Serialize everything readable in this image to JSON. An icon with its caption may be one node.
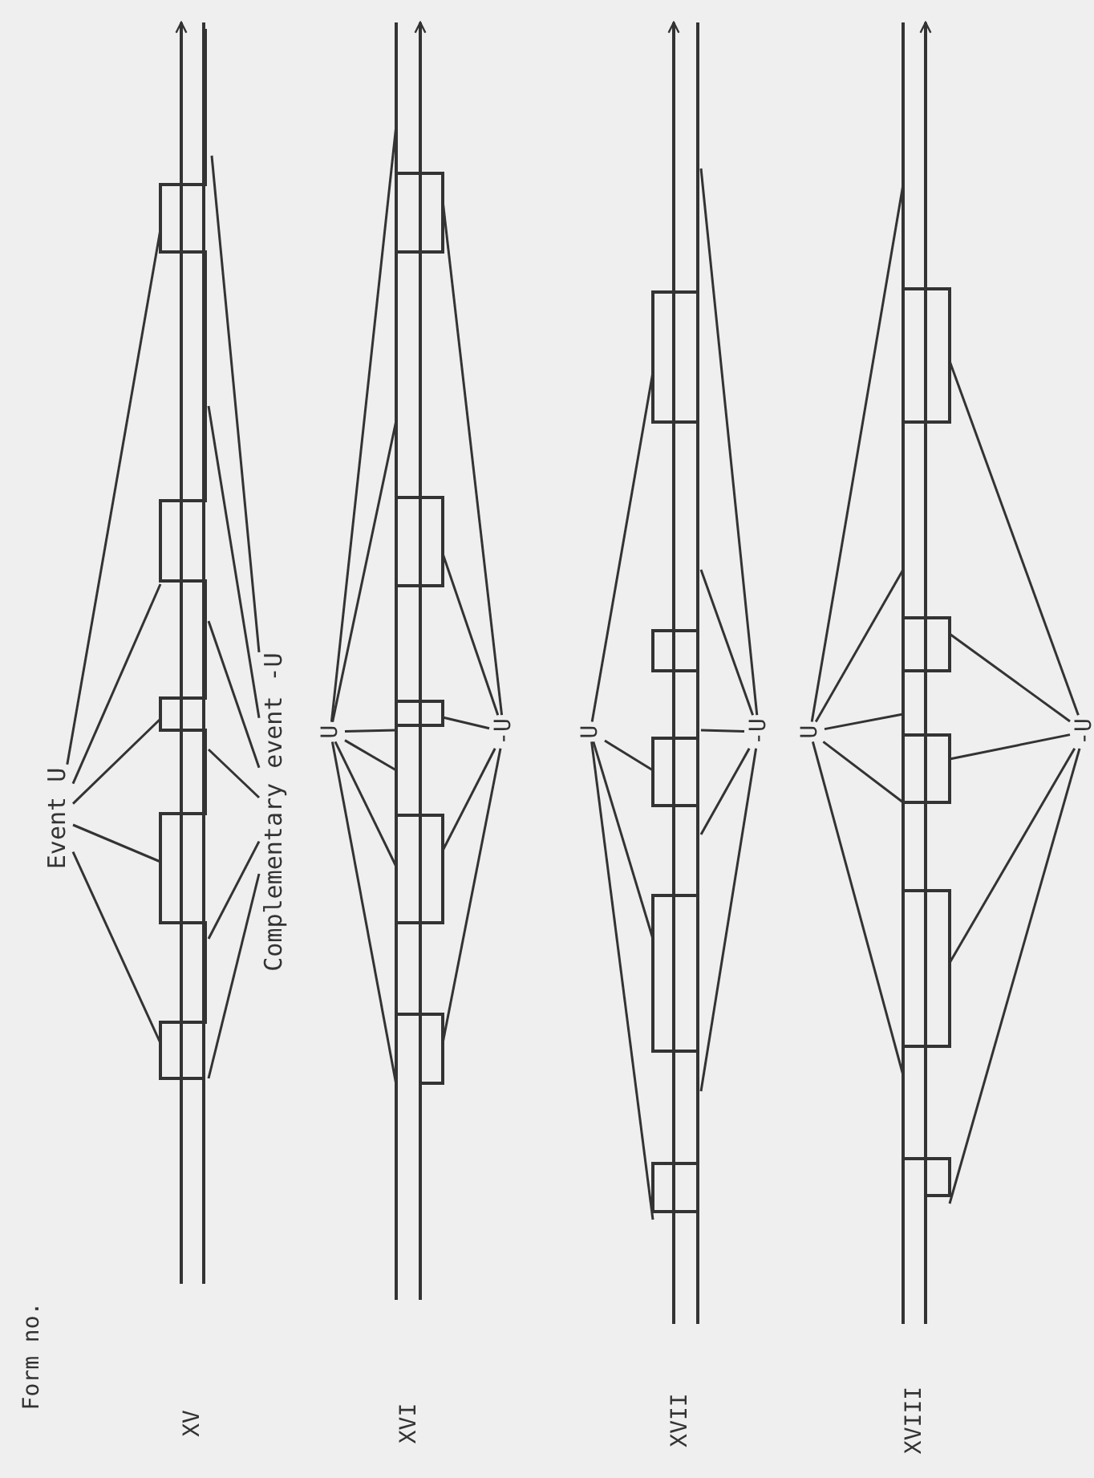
{
  "diagram": {
    "nodes": [
      {
        "text": [
          "Event U"
        ]
      },
      {
        "text": [
          "Complementary event -U"
        ]
      },
      {
        "text": [
          "U"
        ]
      },
      {
        "text": [
          "-U"
        ]
      },
      {
        "text": [
          "U"
        ]
      },
      {
        "text": [
          "-U"
        ]
      },
      {
        "text": [
          "U"
        ]
      },
      {
        "text": [
          "-U"
        ]
      },
      {
        "text": [],
        "shape": "picture"
      },
      {
        "text": [],
        "shape": "picture"
      },
      {
        "text": [],
        "shape": "picture"
      },
      {
        "text": [],
        "shape": "picture"
      }
    ],
    "edges": [
      {
        "from": 0,
        "to": 8,
        "arrow": "none"
      },
      {
        "from": 0,
        "to": 8,
        "arrow": "none"
      },
      {
        "from": 0,
        "to": 8,
        "arrow": "none"
      },
      {
        "from": 0,
        "to": 8,
        "arrow": "none"
      },
      {
        "from": 0,
        "to": 8,
        "arrow": "none"
      },
      {
        "from": 1,
        "to": 8,
        "arrow": "none"
      },
      {
        "from": 1,
        "to": 8,
        "arrow": "none"
      },
      {
        "from": 1,
        "to": 8,
        "arrow": "none"
      },
      {
        "from": 1,
        "to": 8,
        "arrow": "none"
      },
      {
        "from": 1,
        "to": 8,
        "arrow": "none"
      },
      {
        "from": 1,
        "to": 8,
        "arrow": "none"
      },
      {
        "from": 2,
        "to": 9,
        "arrow": "none"
      },
      {
        "from": 2,
        "to": 9,
        "arrow": "none"
      },
      {
        "from": 2,
        "to": 9,
        "arrow": "none"
      },
      {
        "from": 2,
        "to": 9,
        "arrow": "none"
      },
      {
        "from": 2,
        "to": 9,
        "arrow": "none"
      },
      {
        "from": 2,
        "to": 9,
        "arrow": "none"
      },
      {
        "from": 3,
        "to": 9,
        "arrow": "none"
      },
      {
        "from": 3,
        "to": 9,
        "arrow": "none"
      },
      {
        "from": 3,
        "to": 9,
        "arrow": "none"
      },
      {
        "from": 3,
        "to": 9,
        "arrow": "none"
      },
      {
        "from": 3,
        "to": 9,
        "arrow": "none"
      },
      {
        "from": 4,
        "to": 10,
        "arrow": "none"
      },
      {
        "from": 4,
        "to": 10,
        "arrow": "none"
      },
      {
        "from": 4,
        "to": 10,
        "arrow": "none"
      },
      {
        "from": 4,
        "to": 10,
        "arrow": "none"
      },
      {
        "from": 5,
        "to": 10,
        "arrow": "none"
      },
      {
        "from": 5,
        "to": 10,
        "arrow": "none"
      },
      {
        "from": 5,
        "to": 10,
        "arrow": "none"
      },
      {
        "from": 5,
        "to": 10,
        "arrow": "none"
      },
      {
        "from": 5,
        "to": 10,
        "arrow": "none"
      },
      {
        "from": 6,
        "to": 11,
        "arrow": "none"
      },
      {
        "from": 6,
        "to": 11,
        "arrow": "none"
      },
      {
        "from": 6,
        "to": 11,
        "arrow": "none"
      },
      {
        "from": 6,
        "to": 11,
        "arrow": "none"
      },
      {
        "from": 6,
        "to": 11,
        "arrow": "none"
      },
      {
        "from": 7,
        "to": 11,
        "arrow": "none"
      },
      {
        "from": 7,
        "to": 11,
        "arrow": "none"
      },
      {
        "from": 7,
        "to": 11,
        "arrow": "none"
      },
      {
        "from": 7,
        "to": 11,
        "arrow": "none"
      },
      {
        "from": 7,
        "to": 11,
        "arrow": "none"
      }
    ],
    "labels": [
      "Form no.",
      "XV",
      "XVI",
      "XVII",
      "XVIII"
    ]
  }
}
